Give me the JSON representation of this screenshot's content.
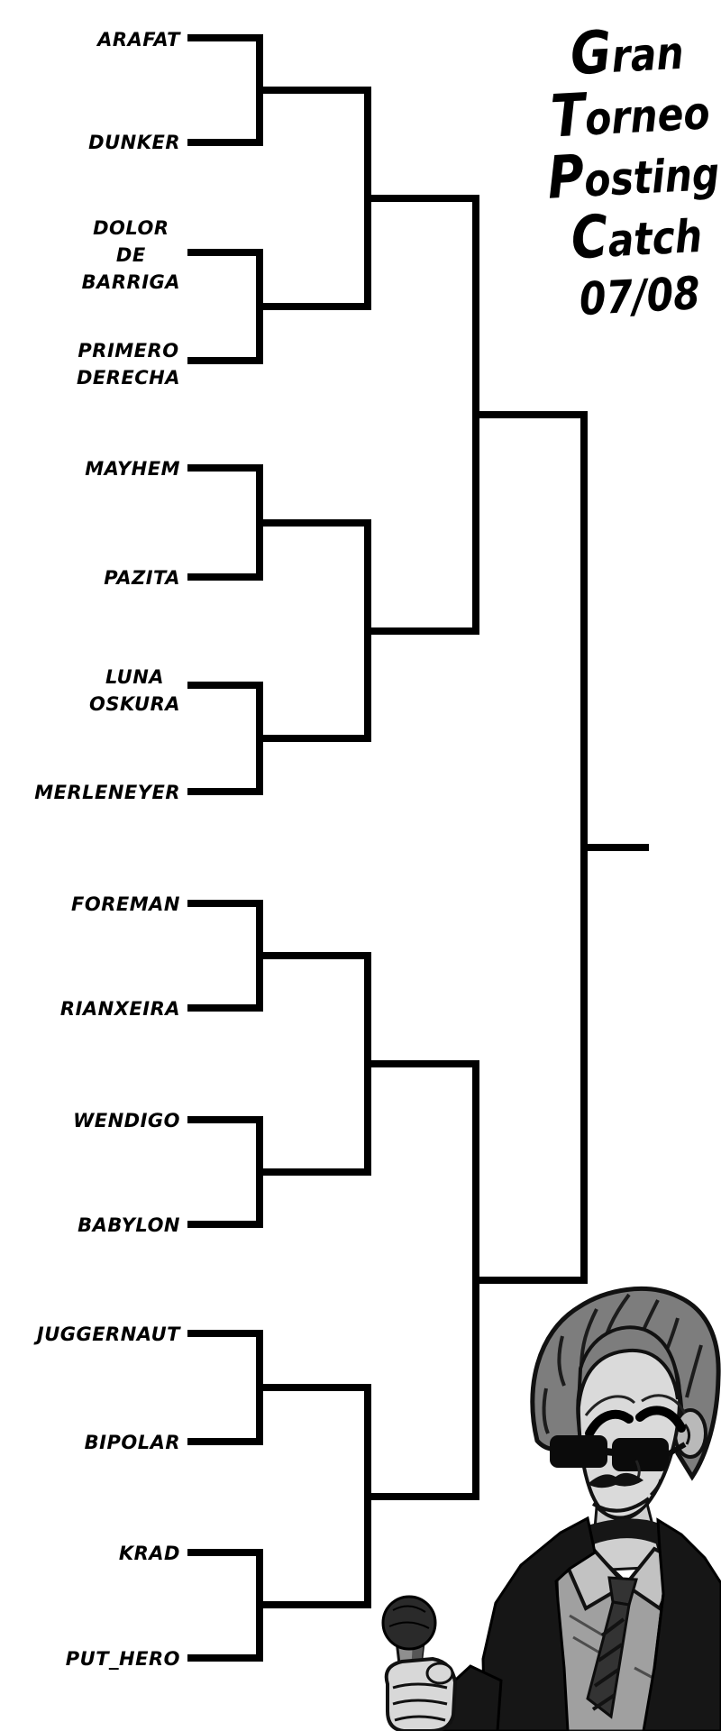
{
  "title": {
    "lines": [
      "Gran",
      "Torneo",
      "Posting",
      "Catch",
      "07/08"
    ]
  },
  "bracket": {
    "rounds": 4,
    "players": [
      {
        "name": "ARAFAT"
      },
      {
        "name": "DUNKER"
      },
      {
        "name": "DOLOR\nDE\nBARRIGA"
      },
      {
        "name": "PRIMERO\nDERECHA"
      },
      {
        "name": "MAYHEM"
      },
      {
        "name": "PAZITA"
      },
      {
        "name": "LUNA\nOSKURA"
      },
      {
        "name": "MERLENEYER"
      },
      {
        "name": "FOREMAN"
      },
      {
        "name": "RIANXEIRA"
      },
      {
        "name": "WENDIGO"
      },
      {
        "name": "BABYLON"
      },
      {
        "name": "JUGGERNAUT"
      },
      {
        "name": "BIPOLAR"
      },
      {
        "name": "KRAD"
      },
      {
        "name": "PUT_HERO"
      }
    ]
  },
  "colors": {
    "line": "#000000",
    "background": "#ffffff",
    "text": "#000000"
  },
  "illustration": {
    "name": "announcer-with-microphone"
  }
}
